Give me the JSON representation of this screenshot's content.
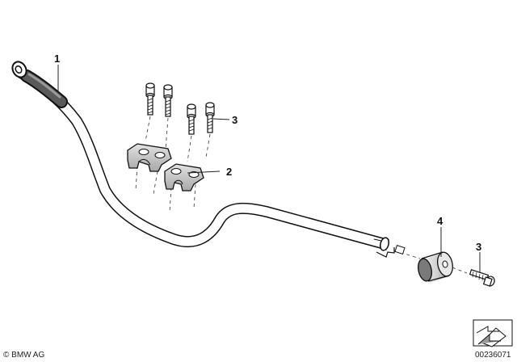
{
  "callouts": {
    "handlebar": "1",
    "clamp": "2",
    "clamp_screws": "3",
    "bar_end_weight": "4",
    "bar_end_screw": "3"
  },
  "footer": {
    "copyright": "© BMW AG",
    "diagram_number": "00236071"
  },
  "colors": {
    "part_fill": "#ffffff",
    "part_stroke": "#111111",
    "clamp_fill": "#c9c9c9",
    "weight_fill": "#d4d4d4"
  }
}
